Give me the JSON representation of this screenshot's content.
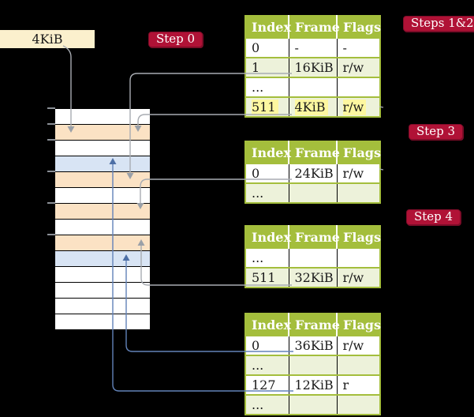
{
  "palette": {
    "background": "#000000",
    "label_red": "#b01236",
    "label_red_border": "#7d0c28",
    "table_green": "#a4be3c",
    "row_light_green": "#edf2da",
    "row_peach": "#fbe2c4",
    "row_blue": "#d8e4f4",
    "highlight_yellow": "#fdf7a0",
    "box_cream": "#fbf0cd",
    "arrow_gray": "#a8acb2",
    "arrow_blue": "#6282b8"
  },
  "page_size_box": {
    "label": "4KiB"
  },
  "step_labels": {
    "step0": "Step 0",
    "steps12": "Steps 1&2",
    "step3": "Step 3",
    "step4": "Step 4"
  },
  "memory_column": {
    "rows": [
      "white",
      "peach",
      "white",
      "blue",
      "peach",
      "white",
      "peach",
      "white",
      "peach",
      "blue",
      "white",
      "white",
      "white",
      "white"
    ]
  },
  "tables": [
    {
      "headers": [
        "Index",
        "Frame",
        "Flags"
      ],
      "rows": [
        {
          "cells": [
            "0",
            "-",
            "-"
          ]
        },
        {
          "cells": [
            "1",
            "16KiB",
            "r/w"
          ]
        },
        {
          "cells": [
            "...",
            "",
            ""
          ]
        },
        {
          "cells": [
            "511",
            "4KiB",
            "r/w"
          ],
          "highlighted": true
        }
      ]
    },
    {
      "headers": [
        "Index",
        "Frame",
        "Flags"
      ],
      "rows": [
        {
          "cells": [
            "0",
            "24KiB",
            "r/w"
          ]
        },
        {
          "cells": [
            "...",
            "",
            ""
          ]
        }
      ]
    },
    {
      "headers": [
        "Index",
        "Frame",
        "Flags"
      ],
      "rows": [
        {
          "cells": [
            "...",
            "",
            ""
          ]
        },
        {
          "cells": [
            "511",
            "32KiB",
            "r/w"
          ]
        }
      ]
    },
    {
      "headers": [
        "Index",
        "Frame",
        "Flags"
      ],
      "rows": [
        {
          "cells": [
            "0",
            "36KiB",
            "r/w"
          ]
        },
        {
          "cells": [
            "...",
            "",
            ""
          ]
        },
        {
          "cells": [
            "127",
            "12KiB",
            "r"
          ]
        },
        {
          "cells": [
            "...",
            "",
            ""
          ]
        }
      ]
    }
  ]
}
